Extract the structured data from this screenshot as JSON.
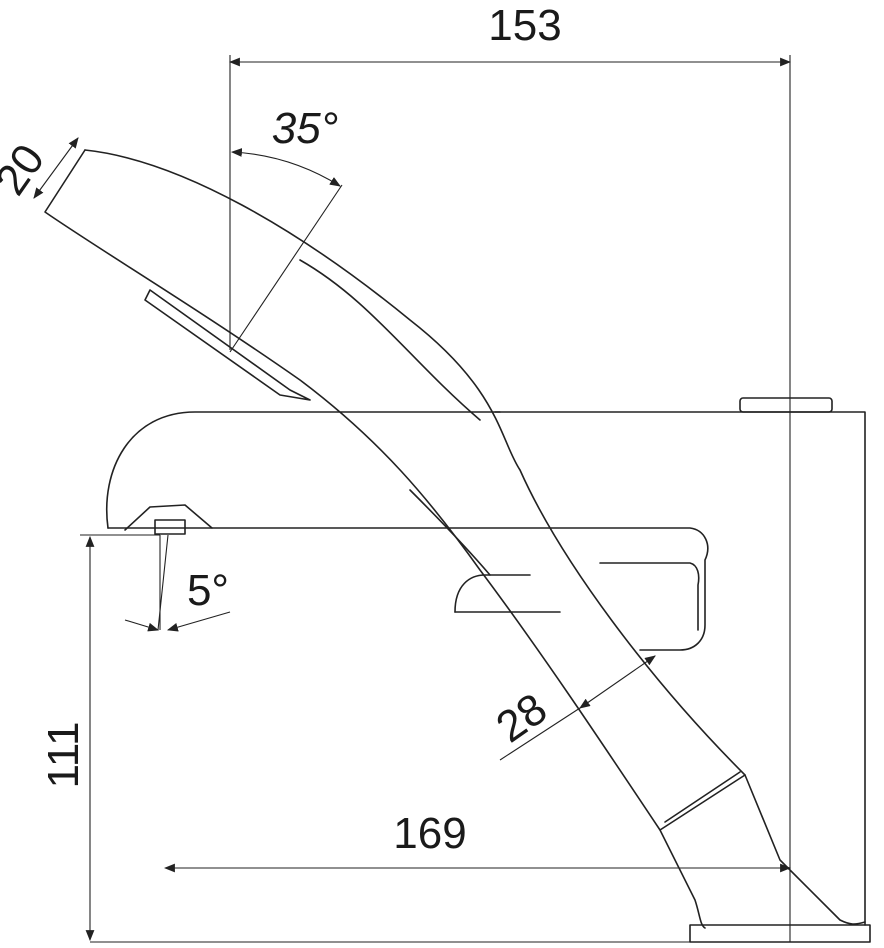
{
  "drawing": {
    "dimensions": {
      "overall_width": "153",
      "handle_angle": "35°",
      "head_thickness": "20",
      "spout_angle": "5°",
      "spout_height": "111",
      "handle_diameter": "28",
      "spout_reach": "169"
    }
  }
}
